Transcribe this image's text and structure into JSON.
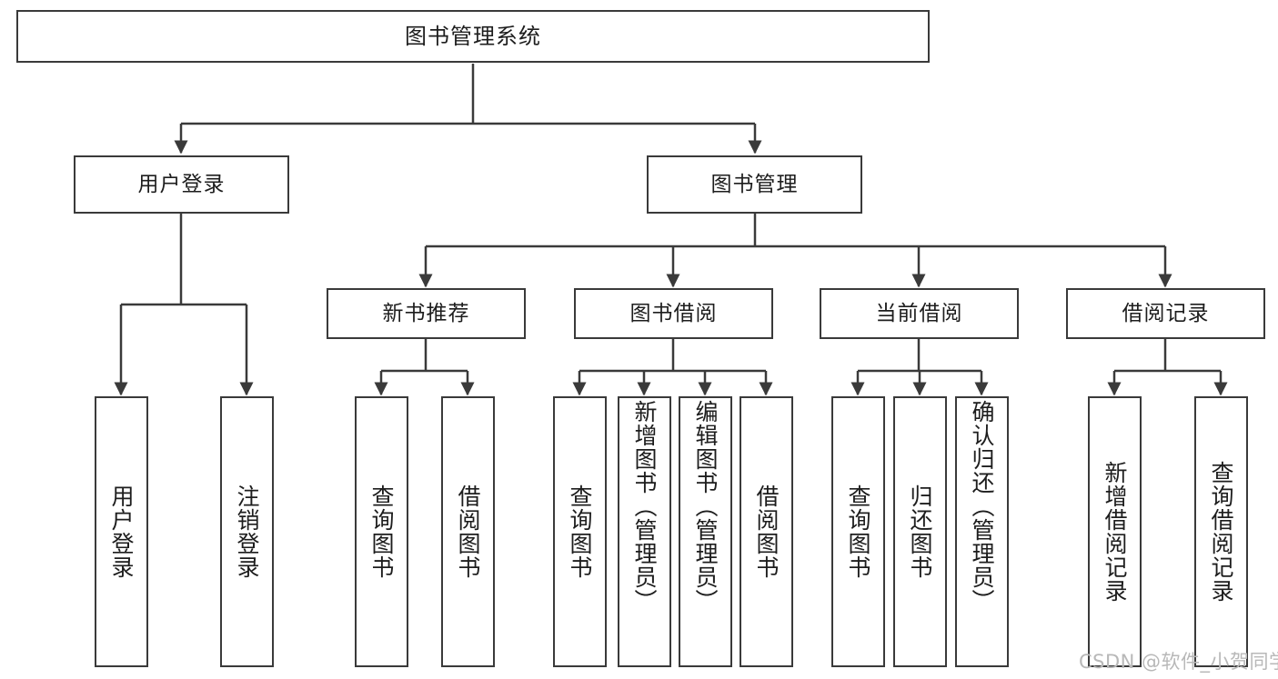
{
  "diagram": {
    "type": "tree",
    "title": "图书管理系统",
    "root": {
      "label": "图书管理系统"
    },
    "level2": [
      {
        "label": "用户登录"
      },
      {
        "label": "图书管理"
      }
    ],
    "level3": [
      {
        "label": "新书推荐"
      },
      {
        "label": "图书借阅"
      },
      {
        "label": "当前借阅"
      },
      {
        "label": "借阅记录"
      }
    ],
    "leaves": {
      "user_login": [
        {
          "label": "用户登录"
        },
        {
          "label": "注销登录"
        }
      ],
      "new_book_recommend": [
        {
          "label": "查询图书"
        },
        {
          "label": "借阅图书"
        }
      ],
      "book_borrow": [
        {
          "label": "查询图书"
        },
        {
          "label": "新增图书（管理员）"
        },
        {
          "label": "编辑图书（管理员）"
        },
        {
          "label": "借阅图书"
        }
      ],
      "current_borrow": [
        {
          "label": "查询图书"
        },
        {
          "label": "归还图书"
        },
        {
          "label": "确认归还（管理员）"
        }
      ],
      "borrow_record": [
        {
          "label": "新增借阅记录"
        },
        {
          "label": "查询借阅记录"
        }
      ]
    }
  },
  "watermark": {
    "text": "CSDN @软件_小贺同学"
  },
  "colors": {
    "stroke": "#3a3a3a",
    "text": "#1d1d1d",
    "background": "#ffffff",
    "watermark": "#b8b8b8"
  }
}
